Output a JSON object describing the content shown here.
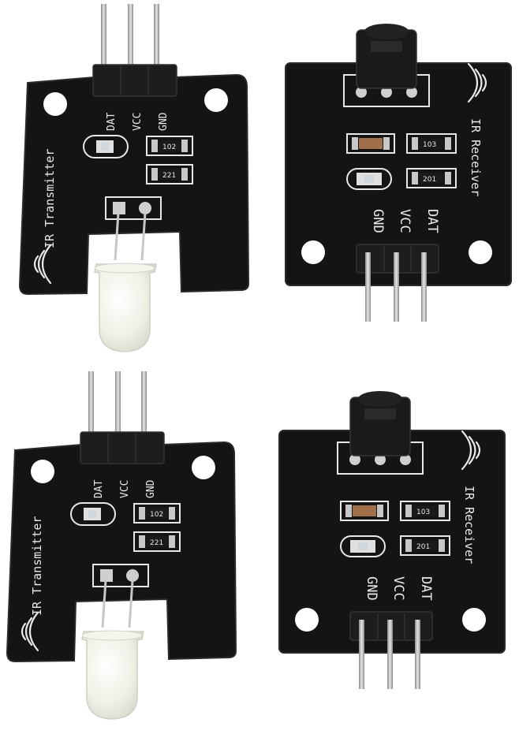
{
  "colors": {
    "pcb": "#141414",
    "pcb_edge": "#2a2a2a",
    "silkscreen": "#e8e8e8",
    "pin_metal": "#b9b9b9",
    "header_plastic": "#1a1a1a",
    "led_lens": "#f2f2ea",
    "capacitor": "#a0704a",
    "background": "#ffffff"
  },
  "transmitter": {
    "title": "IR Transmitter",
    "pins": [
      "DAT",
      "VCC",
      "GND"
    ],
    "resistor_a": "102",
    "resistor_b": "221"
  },
  "receiver": {
    "title": "IR Receiver",
    "pins": [
      "GND",
      "VCC",
      "DAT"
    ],
    "resistor_a": "103",
    "resistor_b": "201"
  }
}
